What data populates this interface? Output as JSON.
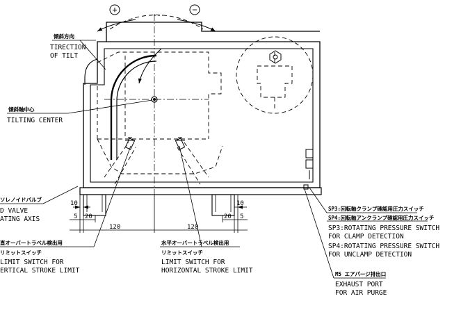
{
  "tilt": {
    "plus_symbol": "+",
    "minus_symbol": "−",
    "direction_jp": "傾斜方向",
    "direction_en_1": "TIRECTION",
    "direction_en_2": "OF TILT"
  },
  "tilting_center": {
    "jp": "傾斜軸中心",
    "en": "TILTING CENTER"
  },
  "solenoid": {
    "jp": "ソレノイドバルブ",
    "en_1": "D VALVE",
    "en_2": "ATING AXIS"
  },
  "vertical_switch": {
    "jp_1": "直オーバートラベル検出用",
    "jp_2": "リミットスイッチ",
    "en_1": "LIMIT SWITCH FOR",
    "en_2": "ERTICAL STROKE LIMIT"
  },
  "horizontal_switch": {
    "jp_1": "水平オーバートラベル検出用",
    "jp_2": "リミットスイッチ",
    "en_1": "LIMIT SWITCH FOR",
    "en_2": "HORIZONTAL STROKE LIMIT"
  },
  "sp3_jp": "SP3:回転軸クランプ確認用圧力スイッチ",
  "sp4_jp": "SP4:回転軸アンクランプ確認用圧力スイッチ",
  "sp3_en_1": "SP3:ROTATING PRESSURE SWITCH",
  "sp3_en_2": "FOR CLAMP DETECTION",
  "sp4_en_1": "SP4:ROTATING PRESSURE SWITCH",
  "sp4_en_2": "FOR UNCLAMP DETECTION",
  "m5": {
    "jp": "M5 エアパージ排出口",
    "en_1": "EXHAUST PORT",
    "en_2": "FOR AIR PURGE"
  },
  "dimensions": {
    "left_10": "10",
    "left_5": "5",
    "left_20": "20",
    "left_120": "120",
    "right_120": "120",
    "right_20": "20",
    "right_5": "5",
    "right_10": "10"
  }
}
